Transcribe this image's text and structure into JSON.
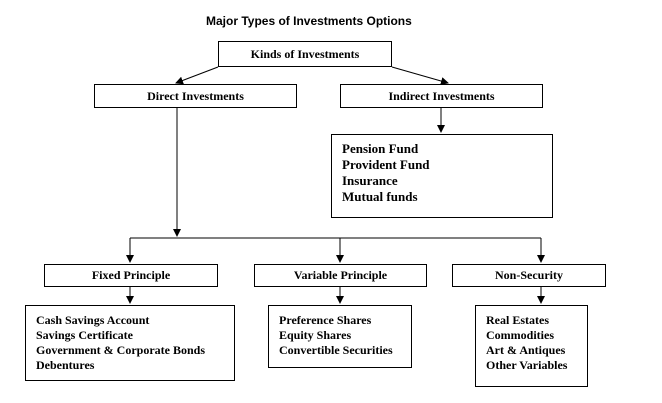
{
  "title": "Major Types of Investments Options",
  "root": {
    "label": "Kinds of Investments"
  },
  "level1": {
    "direct": {
      "label": "Direct Investments"
    },
    "indirect": {
      "label": "Indirect Investments",
      "items": [
        "Pension Fund",
        "Provident Fund",
        "Insurance",
        "Mutual funds"
      ]
    }
  },
  "level2": {
    "fixed": {
      "label": "Fixed Principle",
      "items": [
        "Cash Savings Account",
        "Savings Certificate",
        "Government & Corporate Bonds",
        "Debentures"
      ]
    },
    "variable": {
      "label": "Variable Principle",
      "items": [
        "Preference Shares",
        "Equity Shares",
        "Convertible Securities"
      ]
    },
    "nonsecurity": {
      "label": "Non-Security",
      "items": [
        "Real Estates",
        "Commodities",
        "Art & Antiques",
        "Other Variables"
      ]
    }
  }
}
